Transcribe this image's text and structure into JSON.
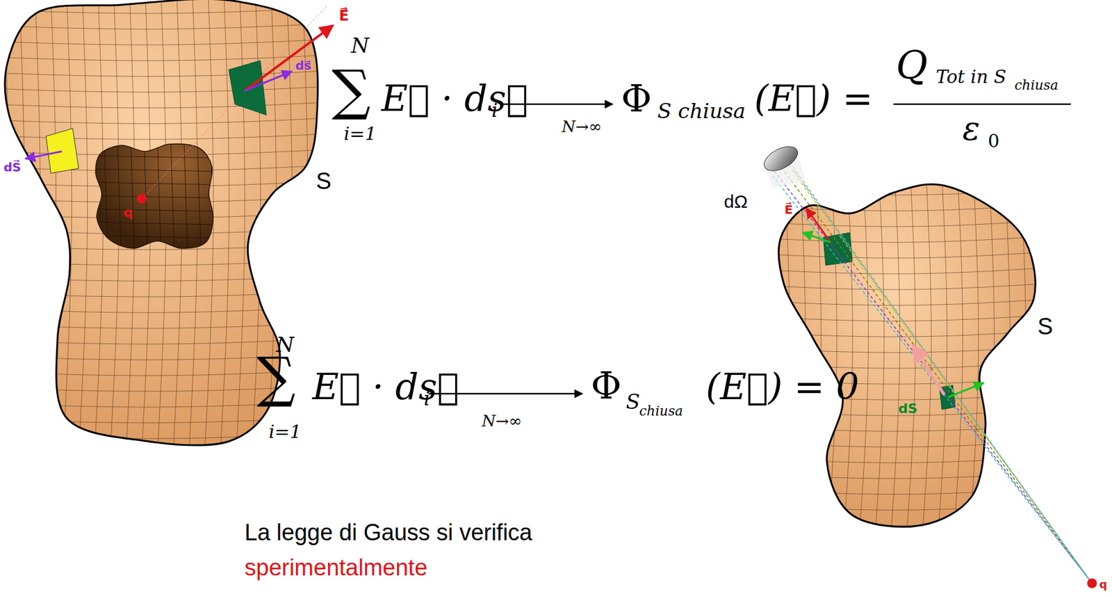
{
  "diagram": {
    "labels": [
      "E⃗",
      "ds⃗",
      "dS⃗",
      "q",
      "S",
      "N",
      "∑",
      "i=1",
      "E⃗ · ds⃗",
      "i",
      "N→∞",
      "Φ",
      "S chiusa",
      "(E⃗) =",
      "Q",
      "Tot in S",
      "chiusa",
      "ε",
      "0",
      "N",
      "∑",
      "i=1",
      "E⃗ · ds⃗",
      "i",
      "N→∞",
      "Φ",
      "S",
      "chiusa",
      "(E⃗) = 0",
      "dΩ",
      "E⃗",
      "S",
      "dS",
      "q",
      "La legge di Gauss si verifica",
      "sperimentalmente"
    ]
  }
}
